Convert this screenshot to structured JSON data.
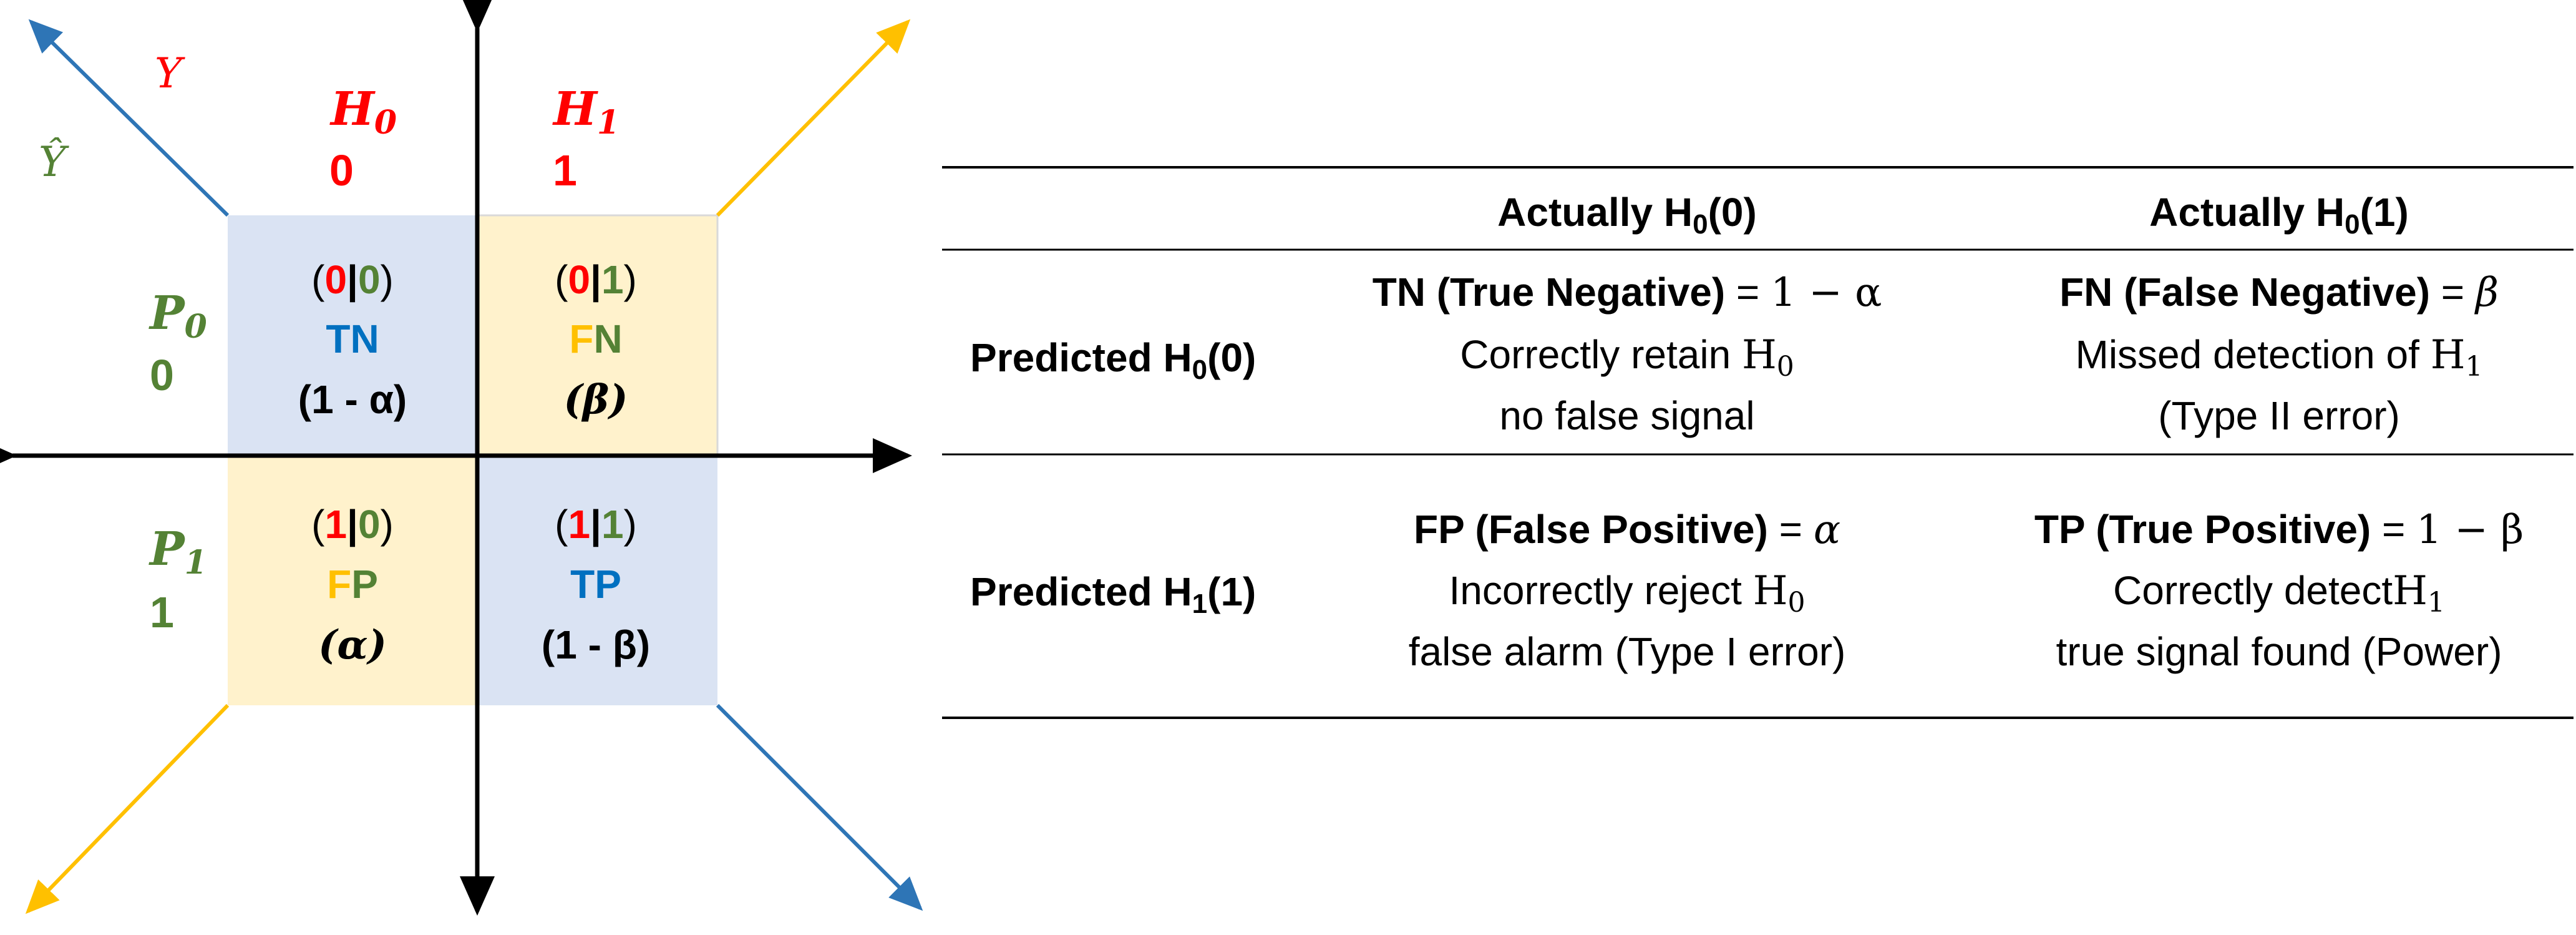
{
  "colors": {
    "red": "#ff0000",
    "green": "#548235",
    "blue": "#0070c0",
    "gold": "#ffc000",
    "arrow_blue": "#2e75b6",
    "blue_fill": "#dae3f3",
    "yellow_fill": "#fff2cc"
  },
  "axes": {
    "y_label": "Y",
    "yhat_label": "Ŷ",
    "h0": {
      "symbol": "H",
      "sub": "0",
      "value": "0"
    },
    "h1": {
      "symbol": "H",
      "sub": "1",
      "value": "1"
    },
    "p0": {
      "symbol": "P",
      "sub": "0",
      "value": "0"
    },
    "p1": {
      "symbol": "P",
      "sub": "1",
      "value": "1"
    }
  },
  "quadrants": {
    "tn": {
      "pred": "0",
      "actual": "0",
      "abbr_a": "T",
      "abbr_b": "N",
      "prob": "(1 - α)"
    },
    "fn": {
      "pred": "0",
      "actual": "1",
      "abbr_a": "F",
      "abbr_b": "N",
      "prob": "(β)"
    },
    "fp": {
      "pred": "1",
      "actual": "0",
      "abbr_a": "F",
      "abbr_b": "P",
      "prob": "(α)"
    },
    "tp": {
      "pred": "1",
      "actual": "1",
      "abbr_a": "T",
      "abbr_b": "P",
      "prob": "(1 - β)"
    }
  },
  "table": {
    "col1": {
      "prefix": "Actually H",
      "sub": "0",
      "suffix": "(0)"
    },
    "col2": {
      "prefix": "Actually H",
      "sub": "0",
      "suffix": "(1)"
    },
    "row1": {
      "prefix": "Predicted H",
      "sub": "0",
      "suffix": "(0)"
    },
    "row2": {
      "prefix": "Predicted H",
      "sub": "1",
      "suffix": "(1)"
    },
    "cells": {
      "tn": {
        "title": "TN (True Negative)",
        "eq": " = ",
        "formula": "1 − α",
        "line2_text": "Correctly retain ",
        "line2_sym": "H",
        "line2_sub": "0",
        "line3": "no false signal"
      },
      "fn": {
        "title": "FN (False Negative)",
        "eq": " = ",
        "formula": "β",
        "line2_text": "Missed detection of ",
        "line2_sym": "H",
        "line2_sub": "1",
        "line3": "(Type II error)"
      },
      "fp": {
        "title": "FP (False Positive)",
        "eq": " = ",
        "formula": "α",
        "line2_text": "Incorrectly reject ",
        "line2_sym": "H",
        "line2_sub": "0",
        "line3": "false alarm (Type I error)"
      },
      "tp": {
        "title": "TP (True Positive)",
        "eq": " = ",
        "formula": "1 − β",
        "line2_text": "Correctly detect",
        "line2_sym": "H",
        "line2_sub": "1",
        "line3": "true signal found (Power)"
      }
    }
  }
}
